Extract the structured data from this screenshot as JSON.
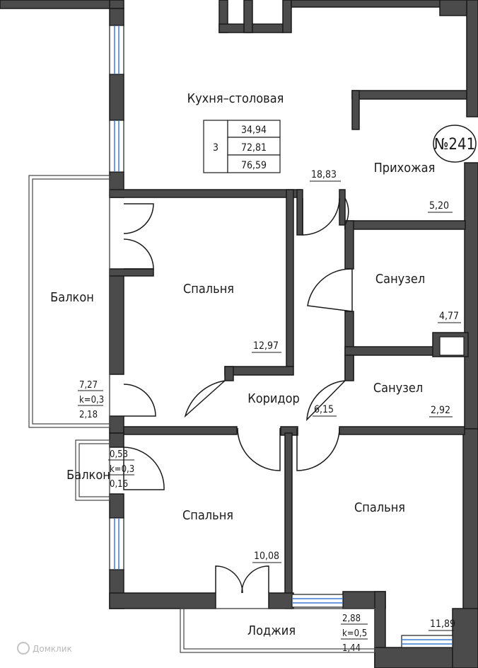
{
  "apartment_number": "№241",
  "summary": {
    "rooms": "3",
    "living_area": "34,94",
    "total_area": "72,81",
    "total_with_balconies": "76,59"
  },
  "rooms": {
    "kitchen": {
      "label": "Кухня–столовая",
      "area": "18,83"
    },
    "hall": {
      "label": "Прихожая",
      "area": "5,20"
    },
    "bedroom1": {
      "label": "Спальня",
      "area": "12,97"
    },
    "bathroom1": {
      "label": "Санузел",
      "area": "4,77"
    },
    "bathroom2": {
      "label": "Санузел",
      "area": "2,92"
    },
    "corridor": {
      "label": "Коридор",
      "area": "6,15"
    },
    "balcony1": {
      "label": "Балкон",
      "area": "7,27",
      "coef": "k=0,3",
      "reduced": "2,18"
    },
    "balcony2": {
      "label": "Балкон",
      "area": "0,53",
      "coef": "k=0,3",
      "reduced": "0,16"
    },
    "bedroom2": {
      "label": "Спальня",
      "area": "10,08"
    },
    "bedroom3": {
      "label": "Спальня",
      "area": "11,89"
    },
    "loggia": {
      "label": "Лоджия",
      "area": "2,88",
      "coef": "k=0,5",
      "reduced": "1,44"
    }
  },
  "watermark": "Домклик",
  "colors": {
    "wall": "#4b4b4b",
    "window": "#3a7bd5"
  }
}
